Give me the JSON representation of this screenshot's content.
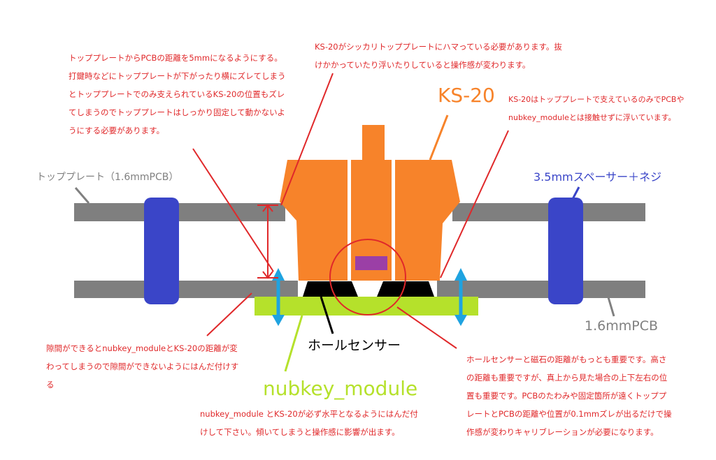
{
  "colors": {
    "plate": "#7f7f7f",
    "spacer": "#3a45c8",
    "switch": "#f7832a",
    "module": "#b5e12b",
    "sensor": "#000000",
    "magnet": "#9b3fa6",
    "arrow_blue": "#1fa3e0",
    "annotation": "#e0282a",
    "label_gray": "#808080"
  },
  "labels": {
    "ks20": "KS-20",
    "top_plate": "トッププレート（1.6mmPCB）",
    "spacer": "3.5mmスペーサー＋ネジ",
    "pcb": "1.6mmPCB",
    "hall_sensor": "ホールセンサー",
    "nubkey_module": "nubkey_module"
  },
  "notes": {
    "plate_distance": "トッププレートからPCBの距離を5mmになるようにする。打鍵時などにトッププレートが下がったり横にズレてしまうとトッププレートでのみ支えられているKS-20の位置もズレてしまうのでトッププレートはしっかり固定して動かないようにする必要があります。",
    "ks20_fit": "KS-20がシッカリトッププレートにハマっている必要があります。抜けかかっていたり浮いたりしていると操作感が変わります。",
    "ks20_float": "KS-20はトッププレートで支えているのみでPCBやnubkey_moduleとは接触せずに浮いています。",
    "gap": "隙間ができるとnubkey_moduleとKS-20の距離が変わってしまうので隙間ができないようにはんだ付けする",
    "level": "nubkey_module とKS-20が必ず水平となるようにはんだ付けして下さい。傾いてしまうと操作感に影響が出ます。",
    "sensor_distance": "ホールセンサーと磁石の距離がもっとも重要です。高さの距離も重要ですが、真上から見た場合の上下左右の位置も重要です。PCBのたわみや固定箇所が遠くトッププレートとPCBの距離や位置が0.1mmズレが出るだけで操作感が変わりキャリブレーションが必要になります。"
  }
}
